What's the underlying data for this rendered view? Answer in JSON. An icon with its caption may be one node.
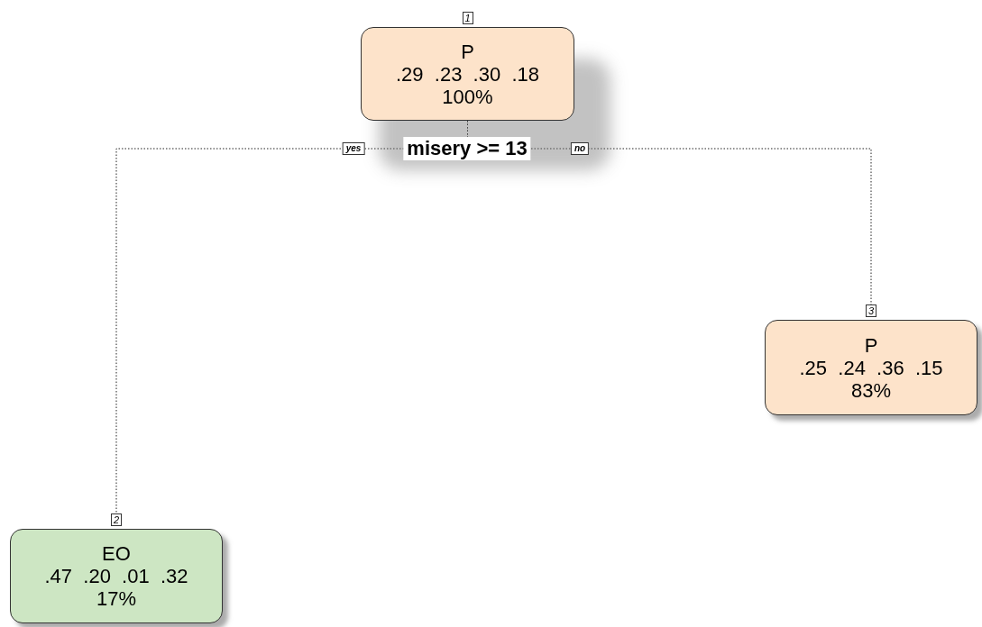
{
  "diagram": {
    "nodes": [
      {
        "text": [
          "P",
          ".29  .23  .30  .18",
          "100%"
        ],
        "beside": [
          "1"
        ]
      },
      {
        "text": [
          "P",
          ".25  .24  .36  .15",
          "83%"
        ],
        "beside": [
          "3"
        ]
      },
      {
        "text": [
          "EO",
          ".47  .20  .01  .32",
          "17%"
        ],
        "beside": [
          "2"
        ]
      }
    ],
    "edges": [
      {
        "from": 0,
        "to": 2,
        "arrow": "none",
        "label": "yes",
        "style": "dashed"
      },
      {
        "from": 0,
        "to": 1,
        "arrow": "none",
        "label": "no",
        "style": "dashed"
      }
    ],
    "labels": [
      "misery >= 13"
    ]
  }
}
